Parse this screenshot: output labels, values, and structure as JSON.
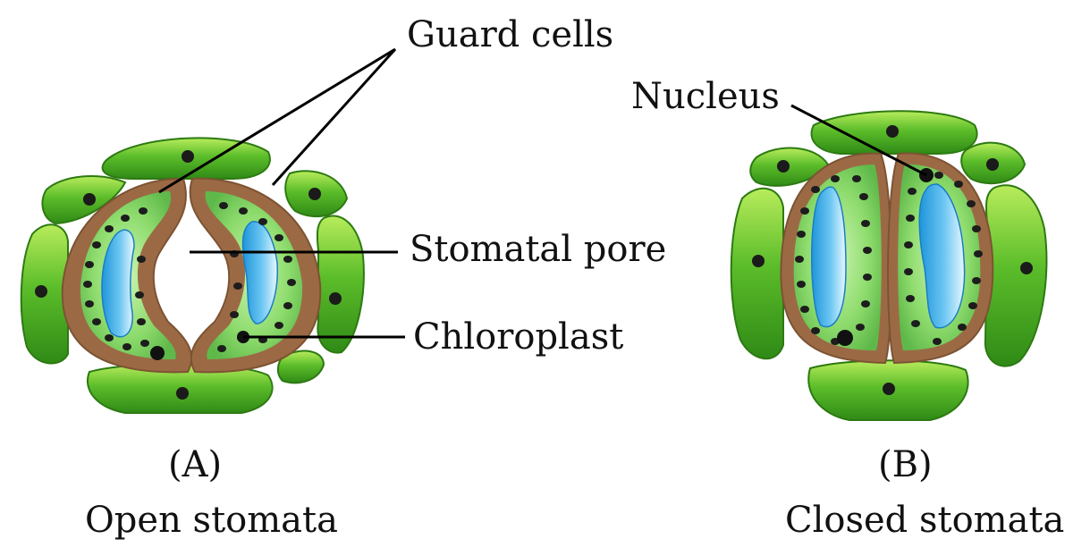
{
  "labels": {
    "guard_cells": "Guard cells",
    "nucleus": "Nucleus",
    "stomatal_pore": "Stomatal pore",
    "chloroplast": "Chloroplast"
  },
  "panel_a": {
    "letter": "(A)",
    "caption": "Open stomata"
  },
  "panel_b": {
    "letter": "(B)",
    "caption": "Closed stomata"
  },
  "colors": {
    "subsidiary_green": "#3c9a1c",
    "subsidiary_light": "#9be04a",
    "cell_wall": "#9b6a45",
    "cytoplasm": "#7fd86a",
    "vacuole": "#4fb3e8",
    "chloroplast": "#1d1d1d"
  }
}
